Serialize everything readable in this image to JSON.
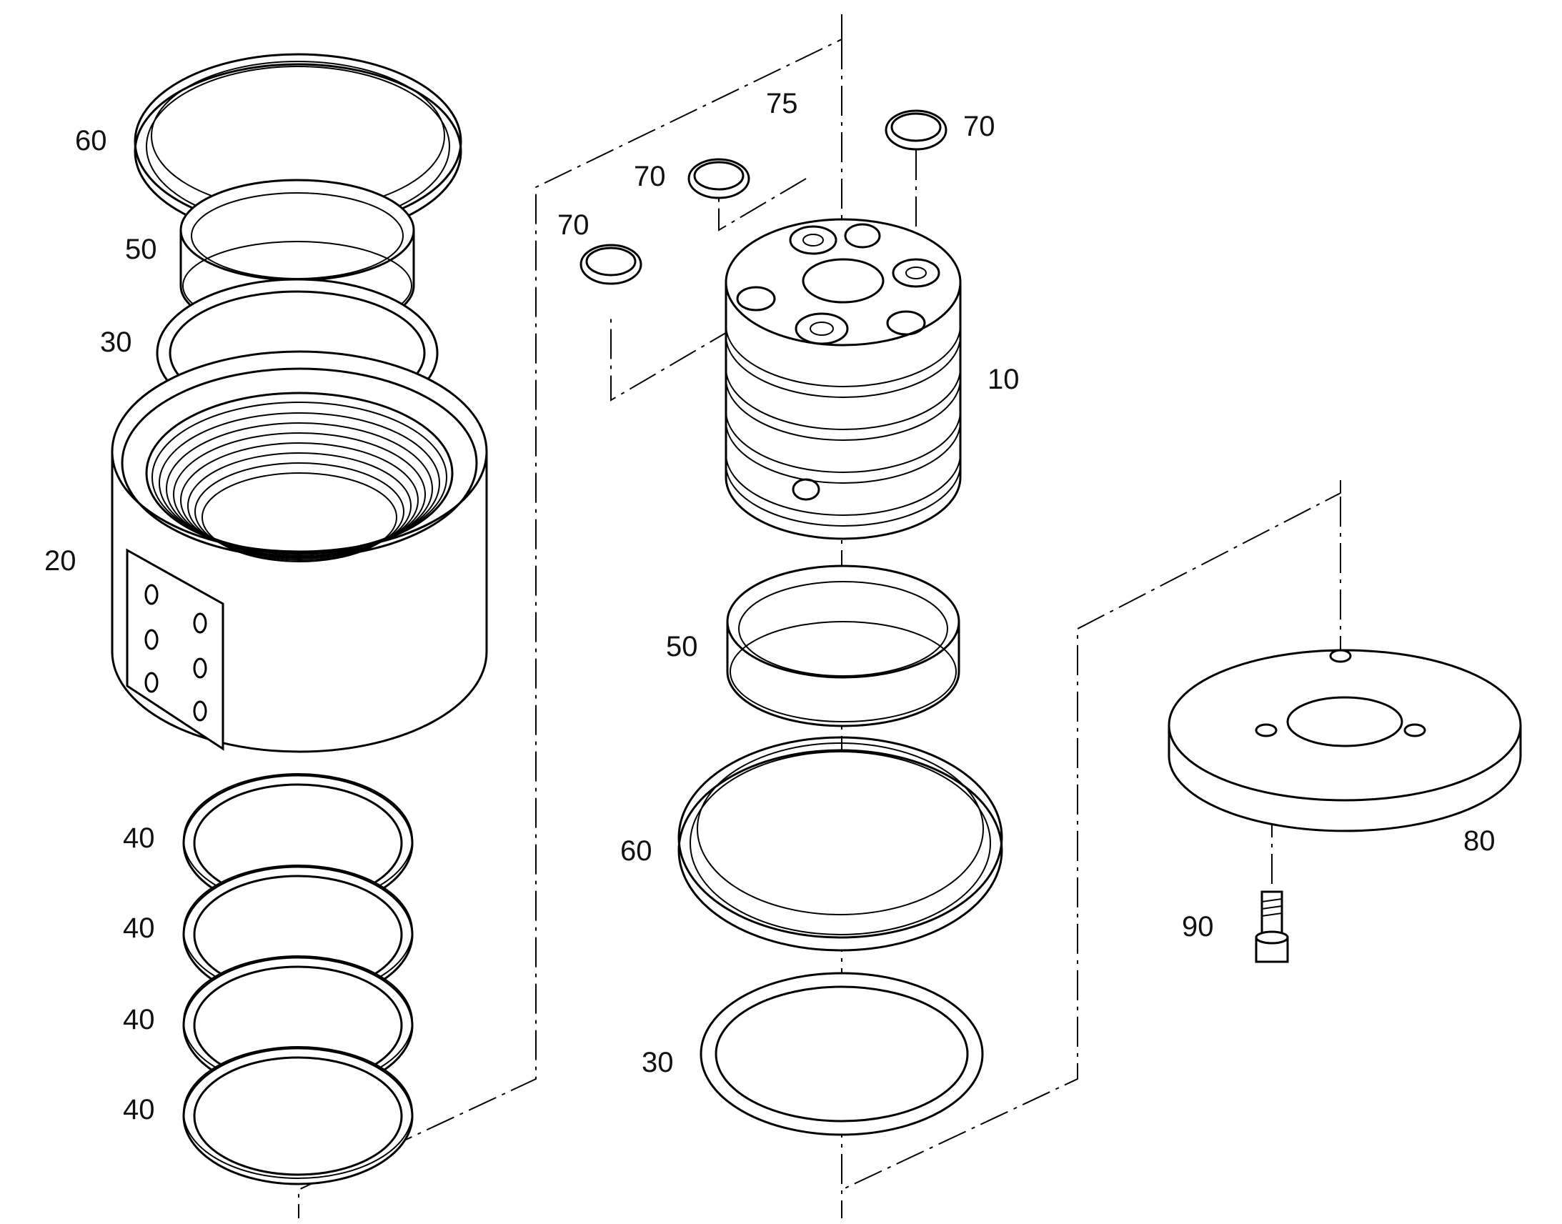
{
  "labels": {
    "p60a": "60",
    "p50a": "50",
    "p30a": "30",
    "p20": "20",
    "p40a": "40",
    "p40b": "40",
    "p40c": "40",
    "p40d": "40",
    "p75": "75",
    "p70a": "70",
    "p70b": "70",
    "p70c": "70",
    "p10": "10",
    "p50b": "50",
    "p60b": "60",
    "p30b": "30",
    "p80": "80",
    "p90": "90"
  }
}
